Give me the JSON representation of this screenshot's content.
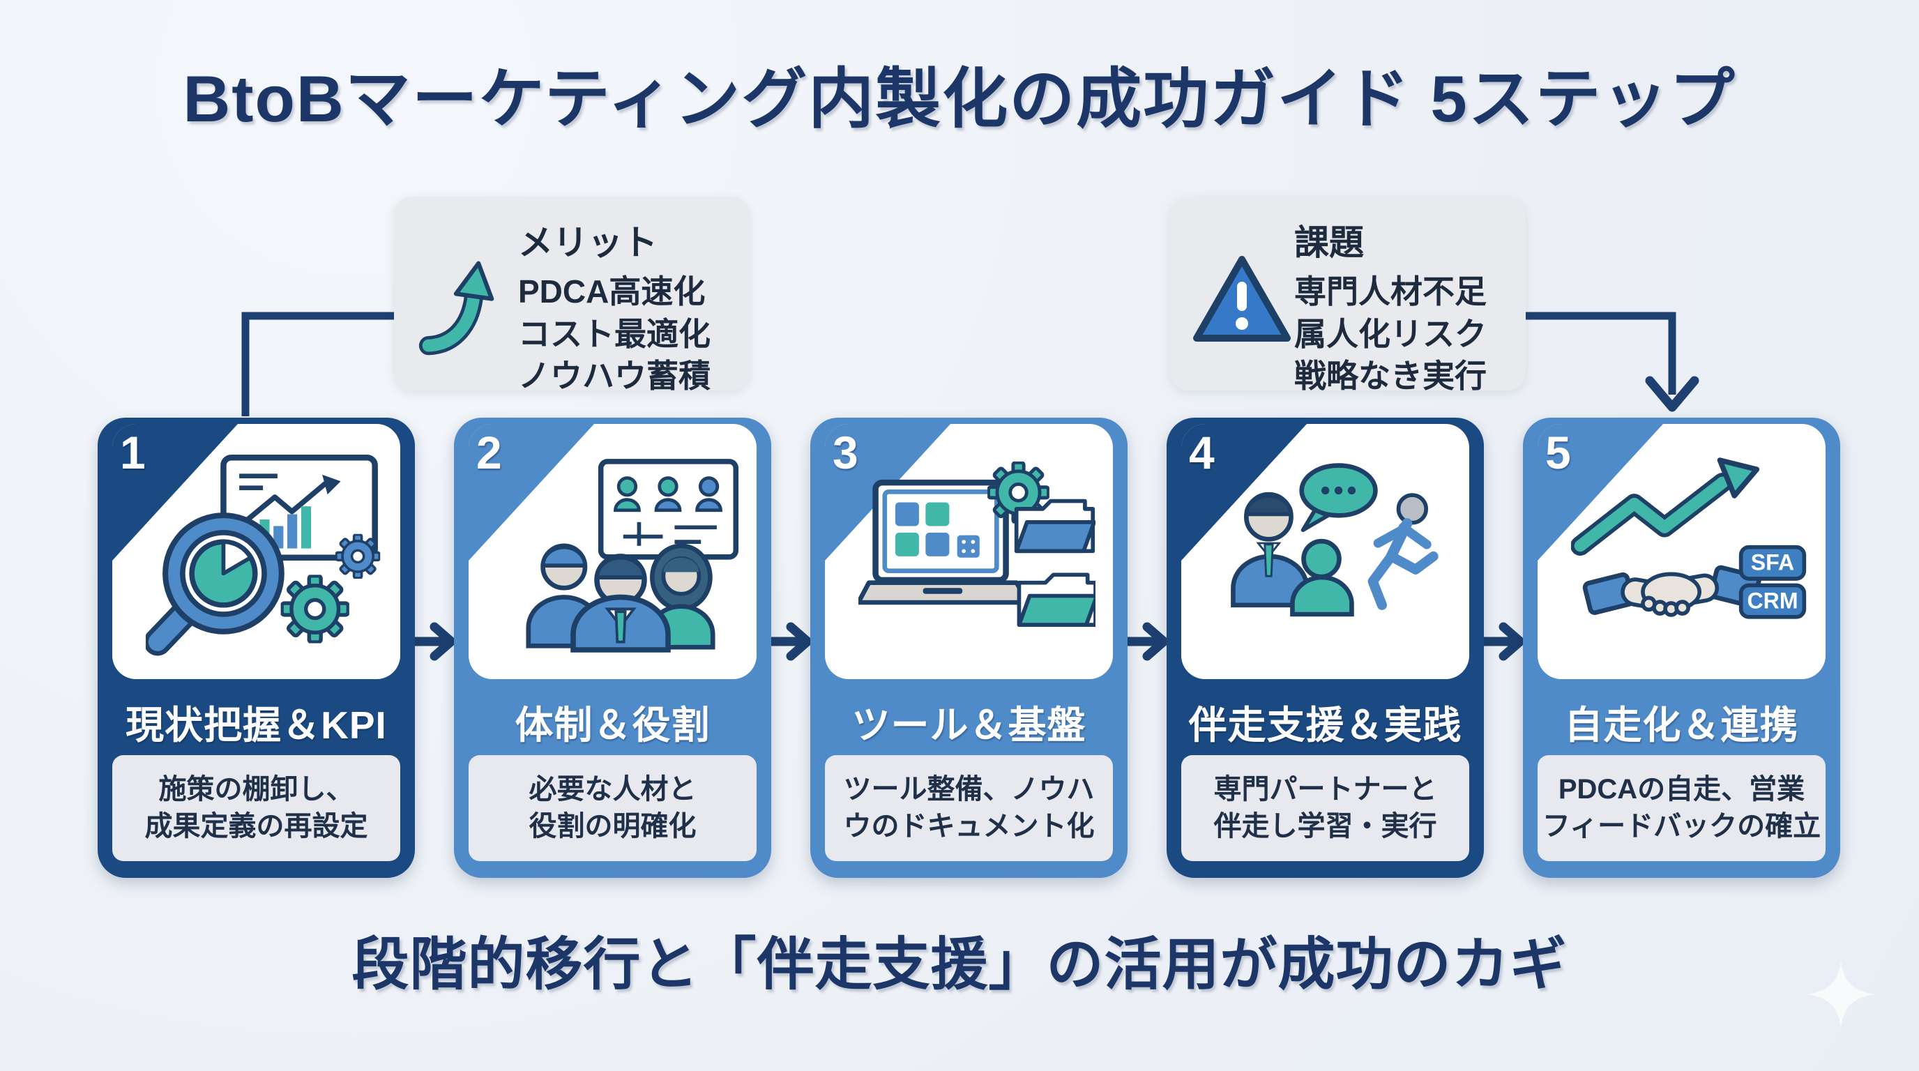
{
  "title": "BtoBマーケティング内製化の成功ガイド 5ステップ",
  "merit_callout": {
    "heading": "メリット",
    "items": [
      "PDCA高速化",
      "コスト最適化",
      "ノウハウ蓄積"
    ],
    "icon": "growth-curve-arrow-icon"
  },
  "challenge_callout": {
    "heading": "課題",
    "items": [
      "専門人材不足",
      "属人化リスク",
      "戦略なき実行"
    ],
    "icon": "warning-triangle-icon"
  },
  "steps": [
    {
      "number": "1",
      "title": "現状把握＆KPI",
      "description": "施策の棚卸し、\n成果定義の再設定",
      "icon": "magnifier-analytics-icon"
    },
    {
      "number": "2",
      "title": "体制＆役割",
      "description": "必要な人材と\n役割の明確化",
      "icon": "team-org-chart-icon"
    },
    {
      "number": "3",
      "title": "ツール＆基盤",
      "description": "ツール整備、ノウハ\nウのドキュメント化",
      "icon": "laptop-folders-gear-icon"
    },
    {
      "number": "4",
      "title": "伴走支援＆実践",
      "description": "専門パートナーと\n伴走し学習・実行",
      "icon": "mentor-runner-icon"
    },
    {
      "number": "5",
      "title": "自走化＆連携",
      "description": "PDCAの自走、営業\nフィードバックの確立",
      "icon": "handshake-growth-icon",
      "badges": [
        "SFA",
        "CRM"
      ]
    }
  ],
  "footer": {
    "tagline": "段階的移行と「伴走支援」の活用が成功のカギ"
  },
  "colors": {
    "navy_card": "#1b4a82",
    "blue_card": "#4f8ac9",
    "teal_accent": "#41b7aa",
    "background": "#edf1f6",
    "callout_bg": "#e8eaee",
    "text_navy": "#1c3668",
    "connector": "#1d4070"
  }
}
